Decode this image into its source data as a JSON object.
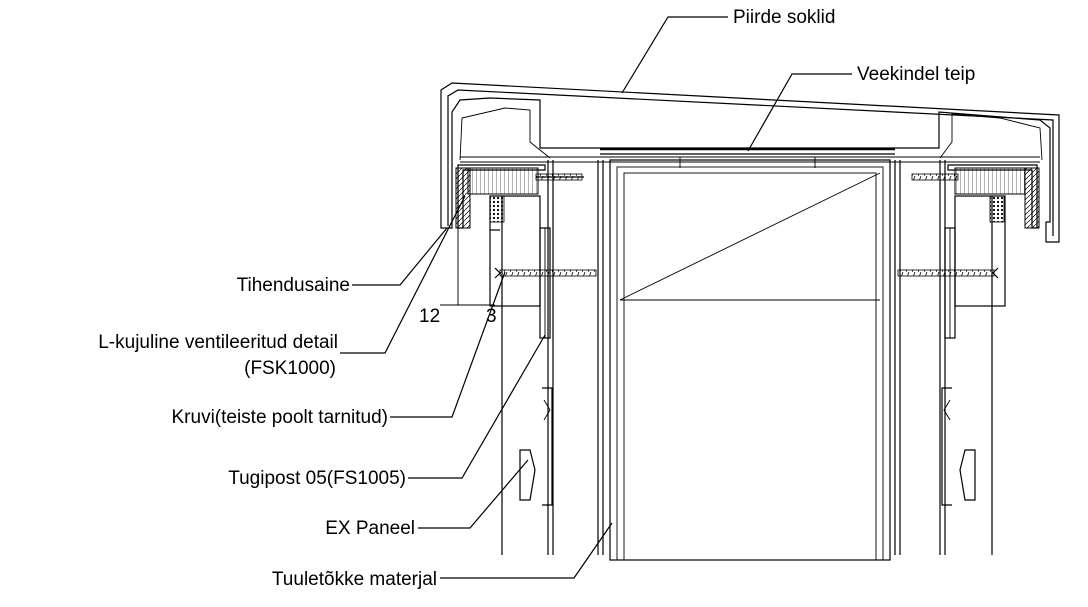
{
  "labels": {
    "piirde_soklid": "Piirde soklid",
    "veekindel_teip": "Veekindel teip",
    "tihendusaine": "Tihendusaine",
    "l_detail_line1": "L-kujuline ventileeritud detail",
    "l_detail_line2": "(FSK1000)",
    "kruvi": "Kruvi(teiste poolt tarnitud)",
    "tugipost": "Tugipost 05(FS1005)",
    "ex_paneel": "EX Paneel",
    "tuuletokke": "Tuuletõkke materjal"
  },
  "dimensions": {
    "dim_12": "12",
    "dim_3": "3"
  },
  "colors": {
    "line": "#000000",
    "background": "#ffffff"
  }
}
